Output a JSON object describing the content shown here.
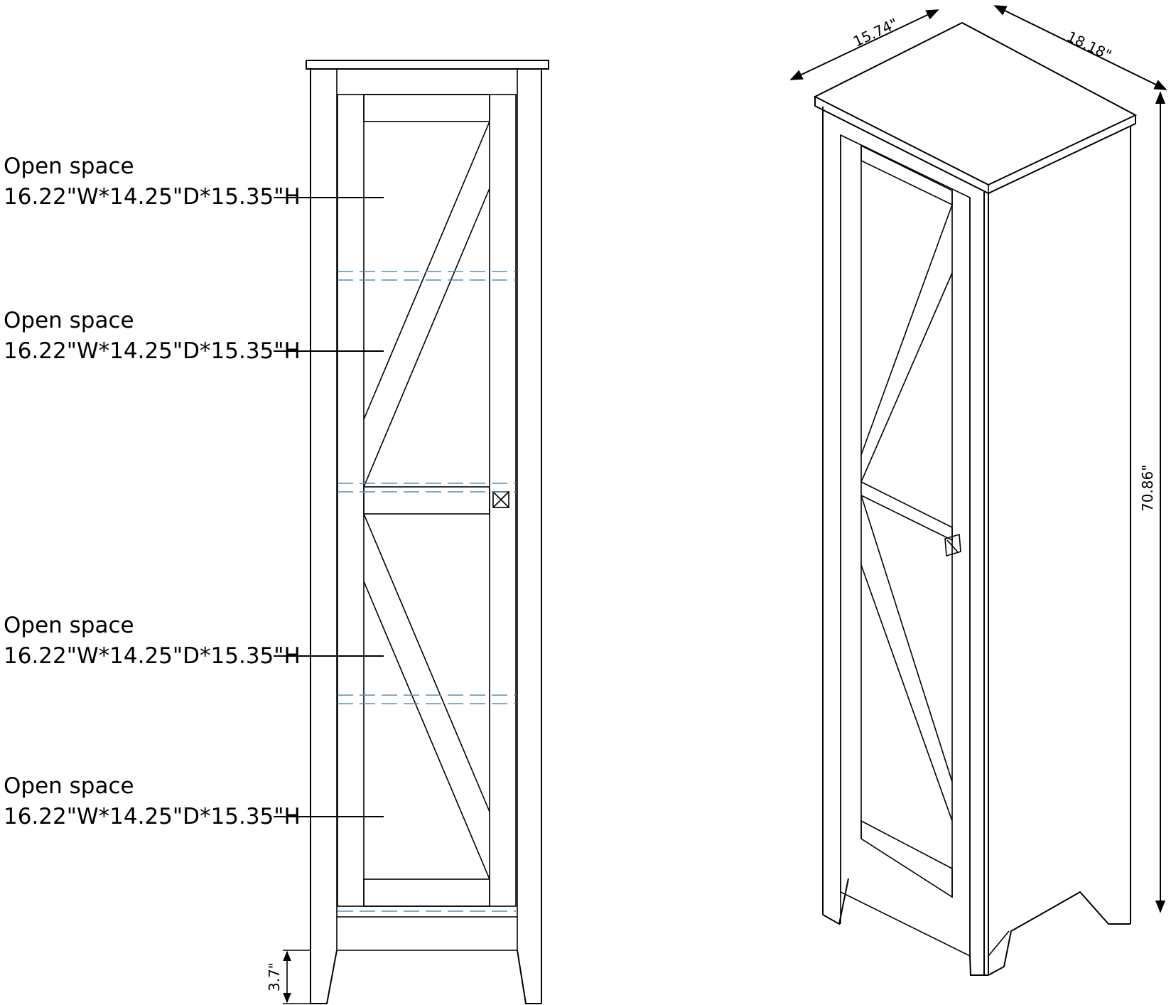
{
  "front_view": {
    "compartments": [
      {
        "title": "Open space",
        "size": "16.22\"W*14.25\"D*15.35\"H"
      },
      {
        "title": "Open space",
        "size": "16.22\"W*14.25\"D*15.35\"H"
      },
      {
        "title": "Open space",
        "size": "16.22\"W*14.25\"D*15.35\"H"
      },
      {
        "title": "Open space",
        "size": "16.22\"W*14.25\"D*15.35\"H"
      }
    ],
    "leg_height": "3.7\""
  },
  "iso_view": {
    "depth": "15.74\"",
    "width": "18.18\"",
    "height": "70.86\""
  }
}
